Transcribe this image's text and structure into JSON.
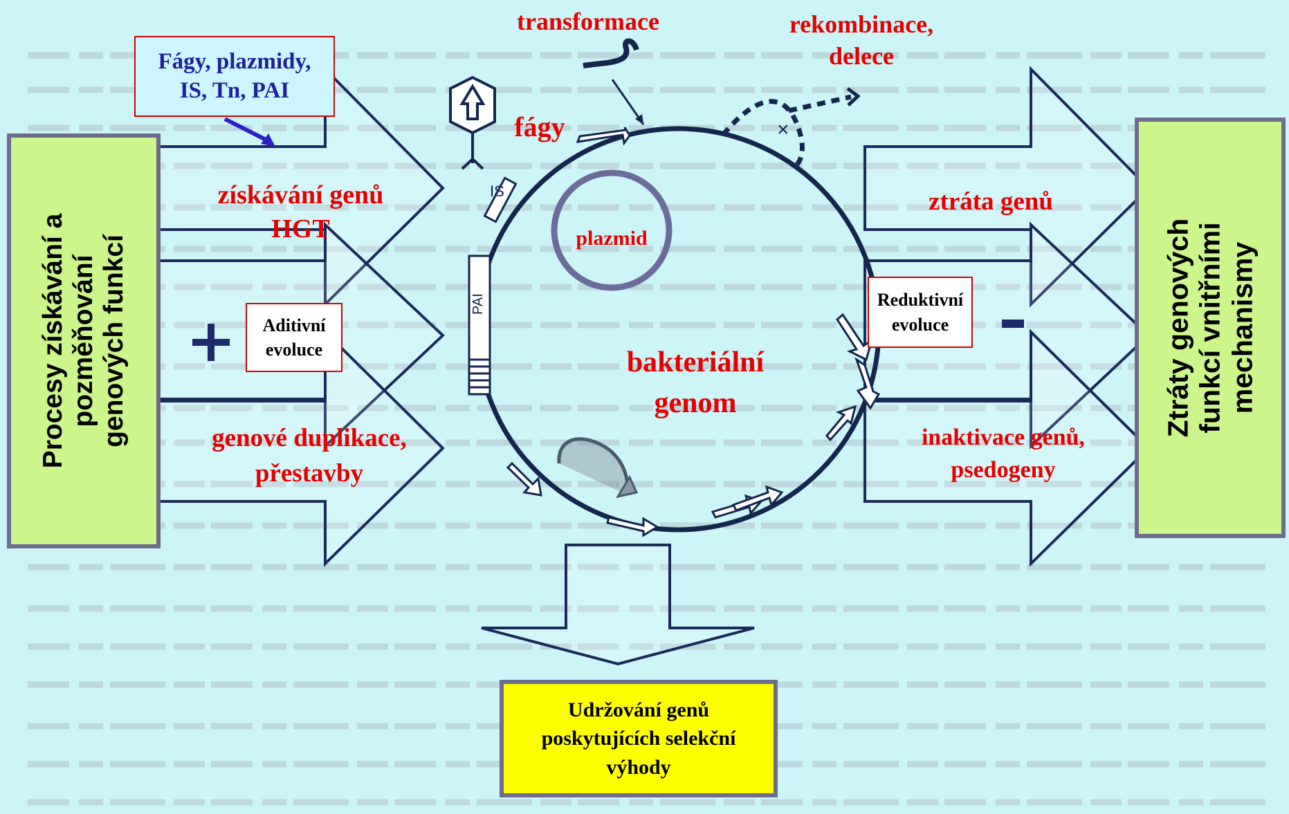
{
  "labels": {
    "transformace": "transformace",
    "rekombinace_line1": "rekombinace,",
    "rekombinace_line2": "delece",
    "fagy": "fágy",
    "ziskavani_line1": "získávání genů",
    "ziskavani_line2": "HGT",
    "plazmid": "plazmid",
    "bakterialni_line1": "bakteriální",
    "bakterialni_line2": "genom",
    "duplikace_line1": "genové duplikace,",
    "duplikace_line2": "přestavby",
    "ztrata": "ztráta genů",
    "inaktivace_line1": "inaktivace genů,",
    "inaktivace_line2": "psedogeny",
    "is": "IS",
    "pai": "PAI",
    "plus": "+",
    "minus": "-"
  },
  "mobile_box": {
    "line1": "Fágy, plazmidy,",
    "line2": "IS, Tn, PAI"
  },
  "aditivni": {
    "line1": "Aditivní",
    "line2": "evoluce"
  },
  "reduktivni": {
    "line1": "Reduktivní",
    "line2": "evoluce"
  },
  "left_box": {
    "line1": "Procesy získávání a",
    "line2": "pozměňování",
    "line3": "genových funkcí"
  },
  "right_box": {
    "line1": "Ztráty genových",
    "line2": "funkcí vnitřními",
    "line3": "mechanismy"
  },
  "bottom_box": {
    "line1": "Udržování genů",
    "line2": "poskytujících selekční",
    "line3": "výhody"
  },
  "colors": {
    "background": "#ccf5f7",
    "side_box": "#ccf58c",
    "bottom_box": "#ffff00",
    "mobile_box": "#ccf5ff",
    "red_text": "#e60000",
    "arrow_outline": "#1a2a5a",
    "plasmid_ring": "#6c6c9c"
  }
}
